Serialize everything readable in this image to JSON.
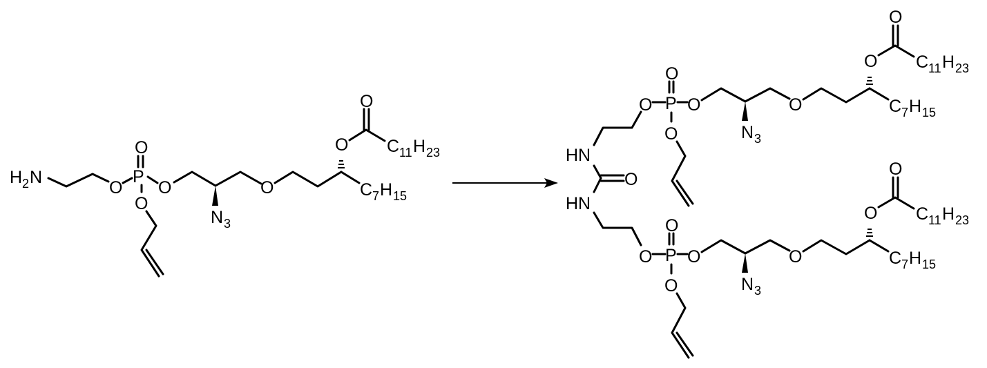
{
  "scheme": {
    "type": "chemical-reaction",
    "arrow": {
      "direction": "right",
      "label": ""
    },
    "reactant": {
      "name": "amine-phospholipid",
      "labels": {
        "amine": "H",
        "amine_sub": "2",
        "amine_n": "N",
        "o1": "O",
        "p": "P",
        "o_dbl": "O",
        "o2": "O",
        "o_allyl": "O",
        "azide": "N",
        "azide_sub": "3",
        "ether_o": "O",
        "ester_o": "O",
        "carbonyl_o": "O",
        "acyl_c": "C",
        "acyl_c_sub": "11",
        "acyl_h": "H",
        "acyl_h_sub": "23",
        "alkyl_c": "C",
        "alkyl_c_sub": "7",
        "alkyl_h": "H",
        "alkyl_h_sub": "15"
      }
    },
    "product": {
      "name": "urea-linked-dimer",
      "top_unit": {
        "o1": "O",
        "p": "P",
        "o_dbl": "O",
        "o2": "O",
        "o_allyl": "O",
        "azide": "N",
        "azide_sub": "3",
        "ether_o": "O",
        "ester_o": "O",
        "carbonyl_o": "O",
        "acyl_c": "C",
        "acyl_c_sub": "11",
        "acyl_h": "H",
        "acyl_h_sub": "23",
        "alkyl_c": "C",
        "alkyl_c_sub": "7",
        "alkyl_h": "H",
        "alkyl_h_sub": "15"
      },
      "urea": {
        "nh_top": "HN",
        "nh_bottom": "HN",
        "carbonyl_o": "O"
      },
      "bottom_unit": {
        "o1": "O",
        "p": "P",
        "o_dbl": "O",
        "o2": "O",
        "o_allyl": "O",
        "azide": "N",
        "azide_sub": "3",
        "ether_o": "O",
        "ester_o": "O",
        "carbonyl_o": "O",
        "acyl_c": "C",
        "acyl_c_sub": "11",
        "acyl_h": "H",
        "acyl_h_sub": "23",
        "alkyl_c": "C",
        "alkyl_c_sub": "7",
        "alkyl_h": "H",
        "alkyl_h_sub": "15"
      }
    }
  }
}
